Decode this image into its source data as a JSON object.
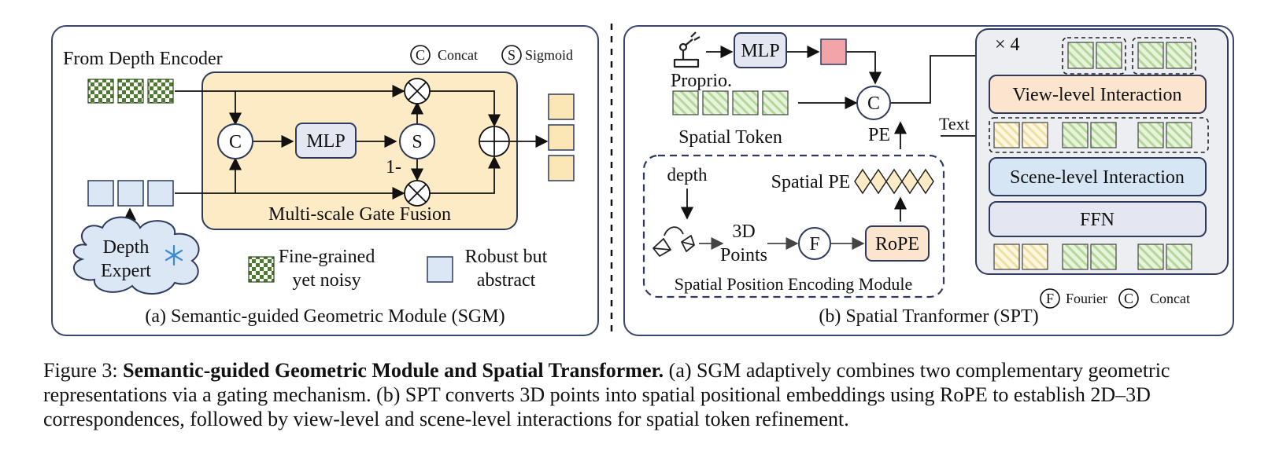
{
  "left_panel": {
    "from_depth_encoder": "From Depth Encoder",
    "legend_concat_symbol": "C",
    "legend_concat": "Concat",
    "legend_sigmoid_symbol": "S",
    "legend_sigmoid": "Sigmoid",
    "concat_symbol": "C",
    "mlp": "MLP",
    "sigmoid_symbol": "S",
    "one_minus": "1-",
    "gate_fusion": "Multi-scale Gate Fusion",
    "depth_expert_line1": "Depth",
    "depth_expert_line2": "Expert",
    "legend_fine_line1": "Fine-grained",
    "legend_fine_line2": "yet noisy",
    "legend_robust_line1": "Robust but",
    "legend_robust_line2": "abstract",
    "panel_caption": "(a) Semantic-guided Geometric Module (SGM)"
  },
  "right_panel": {
    "mlp": "MLP",
    "proprio": "Proprio.",
    "spatial_token": "Spatial Token",
    "concat_symbol": "C",
    "pe": "PE",
    "times_four": "× 4",
    "text": "Text",
    "view_level": "View-level Interaction",
    "scene_level": "Scene-level Interaction",
    "ffn": "FFN",
    "depth": "depth",
    "spatial_pe": "Spatial PE",
    "points_3d_line1": "3D",
    "points_3d_line2": "Points",
    "fourier_symbol": "F",
    "rope": "RoPE",
    "spe_module": "Spatial Position Encoding Module",
    "legend_fourier_symbol": "F",
    "legend_fourier": "Fourier",
    "legend_concat_symbol": "C",
    "legend_concat": "Concat",
    "panel_caption": "(b) Spatial Tranformer (SPT)"
  },
  "colors": {
    "gate_fill": "#fcebc4",
    "gate_stroke": "#2f3a5c",
    "blue_token": "#dbe7f4",
    "yellow_token": "#fbe7b5",
    "green_checker": "#4d7a2e",
    "green_hatch": "#b4d79a",
    "view_fill": "#fbe5cf",
    "scene_fill": "#d6e6f5",
    "ffn_fill": "#e4e6f1",
    "red_token": "#f2a4a8",
    "panel_stroke": "#3a4670"
  },
  "caption": {
    "prefix": "Figure 3: ",
    "bold": "Semantic-guided Geometric Module and Spatial Transformer.",
    "rest": " (a) SGM adaptively combines two complementary geometric representations via a gating mechanism. (b) SPT converts 3D points into spatial positional embeddings using RoPE to establish 2D–3D correspondences, followed by view-level and scene-level interactions for spatial token refinement."
  }
}
